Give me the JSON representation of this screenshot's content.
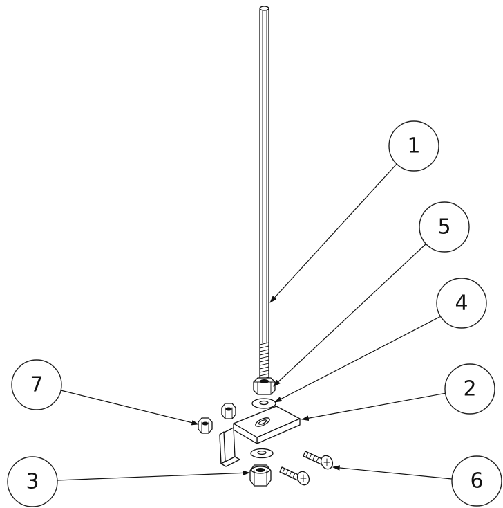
{
  "drawing": {
    "type": "exploded assembly drawing",
    "colors": {
      "line": "#111111",
      "background": "#ffffff"
    },
    "balloons": [
      {
        "id": "balloon-1",
        "label": "1",
        "part": "threaded-rod"
      },
      {
        "id": "balloon-5",
        "label": "5",
        "part": "hex-nut-on-rod"
      },
      {
        "id": "balloon-4",
        "label": "4",
        "part": "flat-washer"
      },
      {
        "id": "balloon-2",
        "label": "2",
        "part": "mounting-bracket"
      },
      {
        "id": "balloon-7",
        "label": "7",
        "part": "small-hex-nut"
      },
      {
        "id": "balloon-3",
        "label": "3",
        "part": "lock-nut"
      },
      {
        "id": "balloon-6",
        "label": "6",
        "part": "pan-head-screw"
      }
    ]
  }
}
